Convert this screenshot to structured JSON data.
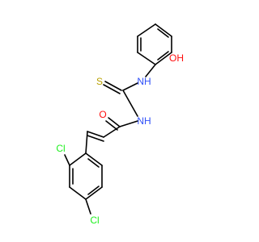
{
  "atoms": {
    "oh": {
      "text": "OH",
      "color": "#ff0d0d"
    },
    "nh1": {
      "text": "NH",
      "color": "#3050f8"
    },
    "s": {
      "text": "S",
      "color": "#b8a000"
    },
    "o": {
      "text": "O",
      "color": "#ff0d0d"
    },
    "nh2": {
      "text": "NH",
      "color": "#3050f8"
    },
    "cl1": {
      "text": "Cl",
      "color": "#1ff01f"
    },
    "cl2": {
      "text": "Cl",
      "color": "#1ff01f"
    }
  }
}
